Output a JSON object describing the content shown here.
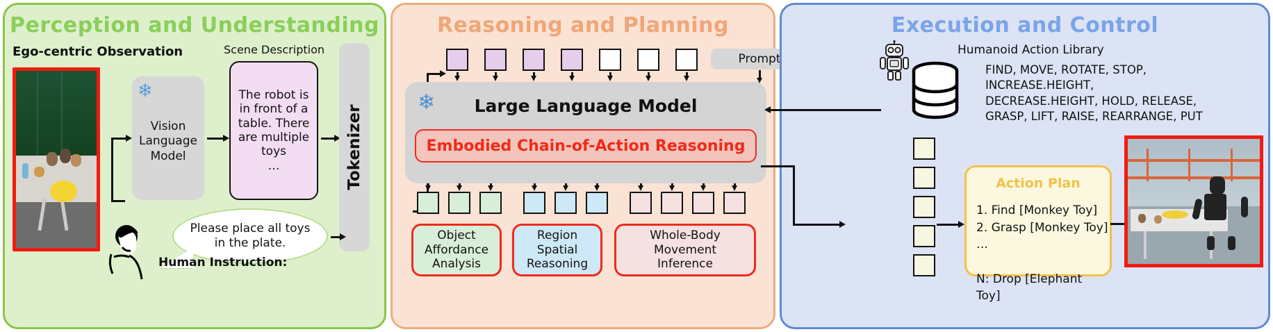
{
  "panels": {
    "perception": {
      "title": "Perception and Understanding",
      "ego_label": "Ego-centric Observation",
      "scene_desc_label": "Scene Description",
      "vlm_label": "Vision\nLanguage\nModel",
      "vlm_icon": "snowflake-icon",
      "scene_text": "The robot is in front of a table. There are multiple toys\n…",
      "tokenizer_label": "Tokenizer",
      "instruction_bubble": "Please place all toys in the plate.",
      "human_label": "Human Instruction:"
    },
    "reasoning": {
      "title": "Reasoning and Planning",
      "prompt_label": "Prompt",
      "llm_title": "Large Language Model",
      "llm_icon": "snowflake-icon",
      "ecoar_label": "Embodied Chain-of-Action Reasoning",
      "input_tokens": [
        {
          "color": "purple"
        },
        {
          "color": "purple"
        },
        {
          "color": "purple"
        },
        {
          "color": "purple"
        },
        {
          "color": "white"
        },
        {
          "color": "white"
        },
        {
          "color": "white"
        }
      ],
      "output_tokens": [
        {
          "color": "green"
        },
        {
          "color": "green"
        },
        {
          "color": "green"
        },
        {
          "color": "blue"
        },
        {
          "color": "blue"
        },
        {
          "color": "blue"
        },
        {
          "color": "pink"
        },
        {
          "color": "pink"
        },
        {
          "color": "pink"
        },
        {
          "color": "pink"
        }
      ],
      "capabilities": [
        {
          "name": "object-affordance-analysis",
          "lines": [
            "Object",
            "Affordance",
            "Analysis"
          ],
          "color": "#d8eed8"
        },
        {
          "name": "region-spatial-reasoning",
          "lines": [
            "Region",
            "Spatial",
            "Reasoning"
          ],
          "color": "#cde8f7"
        },
        {
          "name": "whole-body-movement-inference",
          "lines": [
            "Whole-Body",
            "Movement",
            "Inference"
          ],
          "color": "#f5e1e1"
        }
      ]
    },
    "execution": {
      "title": "Execution and Control",
      "library_label": "Humanoid Action Library",
      "robot_icon": "robot-icon",
      "database_icon": "database-cylinder-icon",
      "action_primitives": [
        "FIND, MOVE, ROTATE, STOP,",
        "INCREASE.HEIGHT,",
        "DECREASE.HEIGHT, HOLD, RELEASE,",
        "GRASP, LIFT, RAISE, REARRANGE, PUT"
      ],
      "action_plan_title": "Action Plan",
      "action_plan_steps": [
        "1. Find [Monkey Toy]",
        "2. Grasp [Monkey Toy]",
        "…",
        "",
        "N: Drop [Elephant Toy]"
      ],
      "token_column_count": 5
    }
  },
  "colors": {
    "perception_bg": "#ddf0cb",
    "perception_border": "#8bc54a",
    "perception_title": "#8bce5a",
    "reasoning_bg": "#fae3d4",
    "reasoning_border": "#edad7e",
    "reasoning_title": "#f0a678",
    "execution_bg": "#dce3f5",
    "execution_border": "#5f8ad6",
    "execution_title": "#7ba4e8",
    "accent_red": "#ef2a1d",
    "accent_yellow": "#f3c14a",
    "photo_border": "#f01c10"
  }
}
